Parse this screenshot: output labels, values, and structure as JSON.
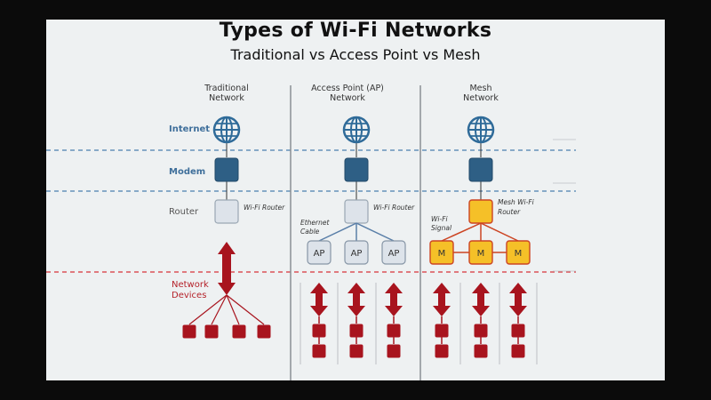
{
  "title": "Types of Wi-Fi Networks",
  "subtitle": "Traditional vs Access Point vs Mesh",
  "columns": [
    {
      "heading": [
        "Traditional",
        "Network"
      ]
    },
    {
      "heading": [
        "Access Point (AP)",
        "Network"
      ]
    },
    {
      "heading": [
        "Mesh",
        "Network"
      ]
    }
  ],
  "row_labels": {
    "internet": "Internet",
    "modem": "Modem",
    "router": "Router",
    "network_devices": [
      "Network",
      "Devices"
    ]
  },
  "annotations": {
    "wifi_router": "Wi-Fi Router",
    "ethernet_cable": [
      "Ethernet",
      "Cable"
    ],
    "wifi_signal": [
      "Wi-Fi",
      "Signal"
    ],
    "mesh_wifi_router": [
      "Mesh Wi-Fi",
      "Router"
    ]
  },
  "node_labels": {
    "access_point": "AP",
    "mesh_node": "M"
  },
  "colors": {
    "label_blue": "#3f6f9b",
    "modem_fill": "#2e5f85",
    "globe_blue": "#2f6b99",
    "router_fill": "#dde3ea",
    "mesh_fill": "#f5c028",
    "mesh_stroke": "#cc4422",
    "device_red": "#a8141e",
    "dash_blue": "#4b7fb0",
    "dash_red": "#d8343a",
    "divider": "#8a8f94"
  },
  "icons": [
    "globe-icon",
    "modem-icon",
    "router-icon",
    "access-point-icon",
    "mesh-node-icon",
    "device-icon",
    "bidirectional-arrow-icon"
  ]
}
